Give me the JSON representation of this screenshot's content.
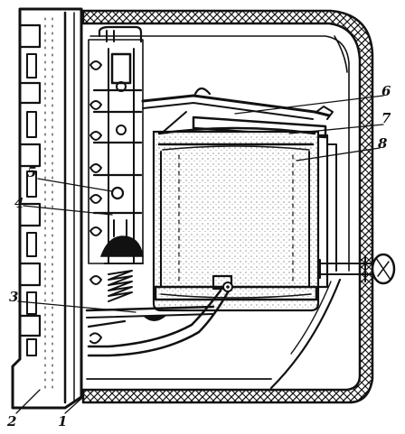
{
  "diagram": {
    "callouts": [
      {
        "id": "1",
        "label": "1"
      },
      {
        "id": "2",
        "label": "2"
      },
      {
        "id": "3",
        "label": "3"
      },
      {
        "id": "4",
        "label": "4"
      },
      {
        "id": "5",
        "label": "5"
      },
      {
        "id": "6",
        "label": "6"
      },
      {
        "id": "7",
        "label": "7"
      },
      {
        "id": "8",
        "label": "8"
      }
    ],
    "colors": {
      "ink": "#111111",
      "paper": "#ffffff"
    }
  }
}
